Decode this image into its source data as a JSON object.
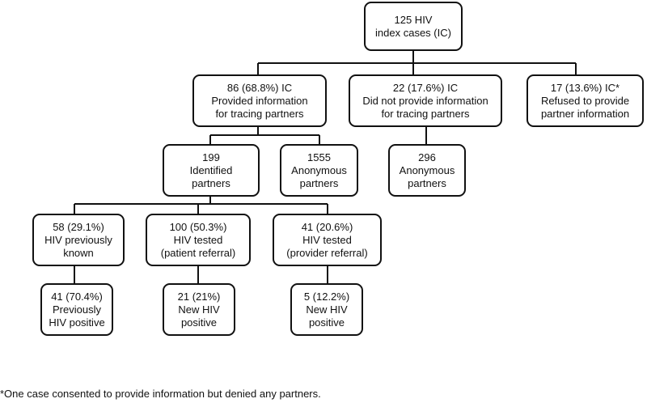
{
  "flowchart": {
    "index_cases": {
      "line1": "125 HIV",
      "line2": "index cases  (IC)"
    },
    "provided_info": {
      "line1": "86 (68.8%) IC",
      "line2": "Provided information",
      "line3": "for tracing partners"
    },
    "no_info": {
      "line1": "22 (17.6%) IC",
      "line2": "Did not provide information",
      "line3": "for tracing partners"
    },
    "refused": {
      "line1": "17 (13.6%) IC*",
      "line2": "Refused to provide",
      "line3": "partner information"
    },
    "identified_partners": {
      "line1": "199",
      "line2": "Identified",
      "line3": "partners"
    },
    "anonymous_1555": {
      "line1": "1555",
      "line2": "Anonymous",
      "line3": "partners"
    },
    "anonymous_296": {
      "line1": "296",
      "line2": "Anonymous",
      "line3": "partners"
    },
    "previously_known": {
      "line1": "58 (29.1%)",
      "line2": "HIV previously",
      "line3": "known"
    },
    "patient_referral": {
      "line1": "100 (50.3%)",
      "line2": "HIV tested",
      "line3": "(patient referral)"
    },
    "provider_referral": {
      "line1": "41 (20.6%)",
      "line2": "HIV tested",
      "line3": "(provider referral)"
    },
    "previously_positive": {
      "line1": "41 (70.4%)",
      "line2": "Previously",
      "line3": "HIV positive"
    },
    "new_positive_patient": {
      "line1": "21 (21%)",
      "line2": "New HIV",
      "line3": "positive"
    },
    "new_positive_provider": {
      "line1": "5 (12.2%)",
      "line2": "New HIV",
      "line3": "positive"
    }
  },
  "footnote": "*One case consented to provide information but denied any partners."
}
